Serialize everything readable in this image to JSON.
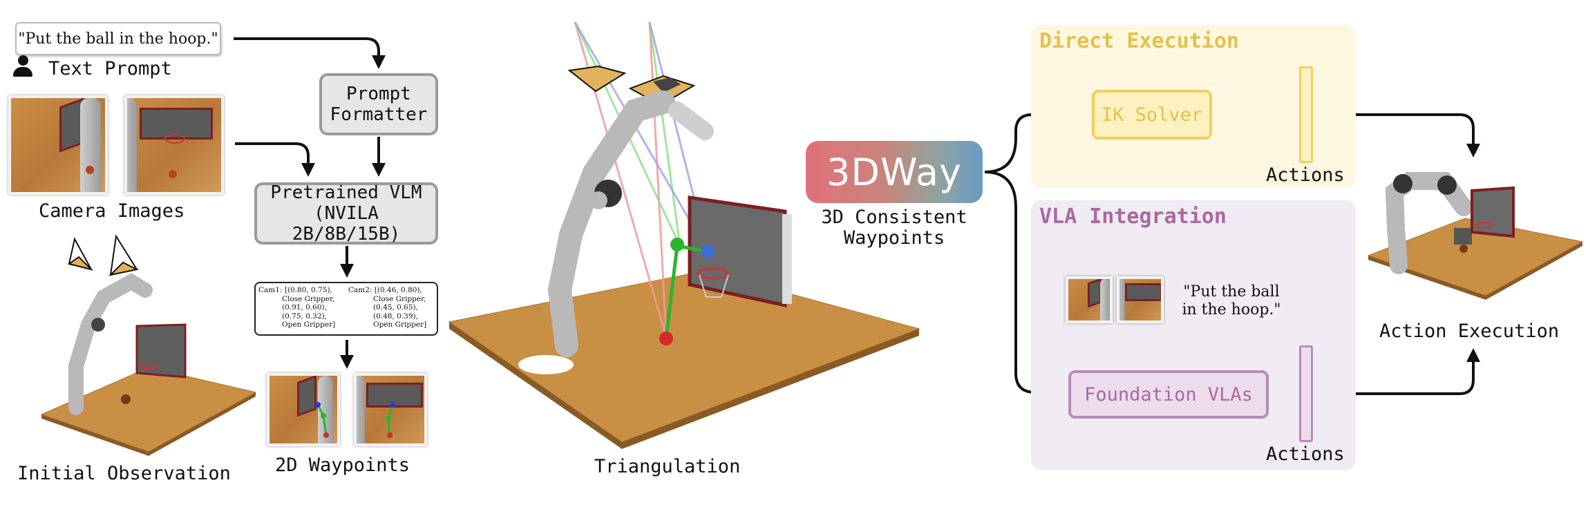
{
  "prompt": {
    "quote": "\"Put the ball in the hoop.\"",
    "label": "Text Prompt"
  },
  "camera_images_label": "Camera Images",
  "initial_observation_label": "Initial Observation",
  "prompt_formatter": {
    "line1": "Prompt",
    "line2": "Formatter"
  },
  "vlm": {
    "line1": "Pretrained VLM",
    "line2": "(NVILA 2B/8B/15B)"
  },
  "coords": {
    "cam1_label": "Cam1:",
    "cam1_lines": [
      "[(0.80, 0.75),",
      "Close Gripper,",
      "(0.91, 0.60),",
      "(0.75, 0.32),",
      "Open Gripper]"
    ],
    "cam2_label": "Cam2:",
    "cam2_lines": [
      "[(0.46, 0.80),",
      "Close Gripper,",
      "(0.45, 0.65),",
      "(0.48, 0.39),",
      "Open Gripper]"
    ]
  },
  "waypoints_2d_label": "2D Waypoints",
  "triangulation_label": "Triangulation",
  "threedway": {
    "logo": "3DWay",
    "caption_line1": "3D Consistent",
    "caption_line2": "Waypoints"
  },
  "direct_execution": {
    "title": "Direct Execution",
    "ik_solver": "IK Solver",
    "actions": "Actions"
  },
  "vla_integration": {
    "title": "VLA Integration",
    "quote_line1": "\"Put the ball",
    "quote_line2": "in the hoop.\"",
    "foundation": "Foundation VLAs",
    "actions": "Actions"
  },
  "action_execution_label": "Action Execution",
  "colors": {
    "yellow_text": "#e2c24a",
    "yellow_border": "#efcf5a",
    "purple_text": "#a8699f",
    "purple_border": "#b98ab8",
    "gray_box": "#e6e6e6",
    "wood": "#c98f45"
  }
}
